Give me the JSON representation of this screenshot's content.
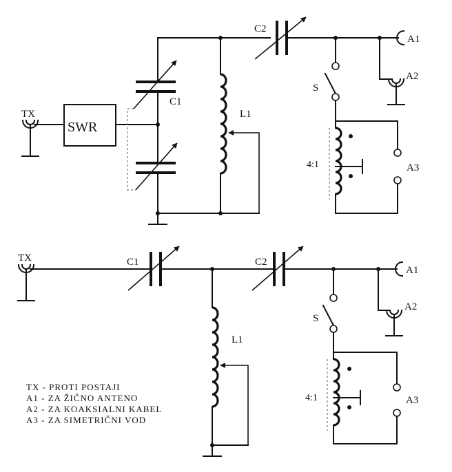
{
  "top": {
    "tx": "TX",
    "swr": "SWR",
    "c1": "C1",
    "c2": "C2",
    "l1": "L1",
    "s": "S",
    "a1": "A1",
    "a2": "A2",
    "a3": "A3",
    "ratio": "4:1"
  },
  "bottom": {
    "tx": "TX",
    "c1": "C1",
    "c2": "C2",
    "l1": "L1",
    "s": "S",
    "a1": "A1",
    "a2": "A2",
    "a3": "A3",
    "ratio": "4:1"
  },
  "legend": [
    "TX - PROTI POSTAJI",
    "A1 - ZA ŽIČNO ANTENO",
    "A2 - ZA KOAKSIALNI KABEL",
    "A3 - ZA SIMETRIČNI VOD"
  ]
}
